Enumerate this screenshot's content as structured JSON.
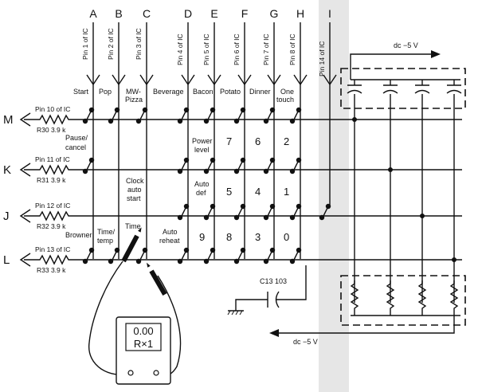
{
  "columns": [
    {
      "letter": "A",
      "pin": "Pin 1 of IC"
    },
    {
      "letter": "B",
      "pin": "Pin 2 of IC"
    },
    {
      "letter": "C",
      "pin": "Pin 3 of IC"
    },
    {
      "letter": "D",
      "pin": "Pin 4 of IC"
    },
    {
      "letter": "E",
      "pin": "Pin 5 of IC"
    },
    {
      "letter": "F",
      "pin": "Pin 6 of IC"
    },
    {
      "letter": "G",
      "pin": "Pin 7 of IC"
    },
    {
      "letter": "H",
      "pin": "Pin 8 of IC"
    },
    {
      "letter": "I",
      "pin": "Pin 14 of IC"
    }
  ],
  "rows": [
    {
      "letter": "M",
      "pin": "Pin 10 of  IC",
      "resistor": "R30 3.9 k"
    },
    {
      "letter": "K",
      "pin": "Pin 11 of  IC",
      "resistor": "R31 3.9 k"
    },
    {
      "letter": "J",
      "pin": "Pin 12 of  IC",
      "resistor": "R32 3.9 k"
    },
    {
      "letter": "L",
      "pin": "Pin 13 of  IC",
      "resistor": "R33 3.9 k"
    }
  ],
  "keys": {
    "start": "Start",
    "pop": "Pop",
    "mw1": "MW-",
    "mw2": "Pizza",
    "beverage": "Beverage",
    "bacon": "Bacon",
    "potato": "Potato",
    "dinner": "Dinner",
    "one1": "One",
    "one2": "touch",
    "pause1": "Pause/",
    "pause2": "cancel",
    "power1": "Power",
    "power2": "level",
    "k7": "7",
    "k6": "6",
    "k2": "2",
    "clock1": "Clock",
    "clock2": "auto",
    "clock3": "start",
    "autodef1": "Auto",
    "autodef2": "def",
    "k5": "5",
    "k4": "4",
    "k1": "1",
    "browner": "Browner",
    "timetemp1": "Time/",
    "timetemp2": "temp",
    "time": "Time",
    "reheat1": "Auto",
    "reheat2": "reheat",
    "k9": "9",
    "k8": "8",
    "k3": "3",
    "k0": "0"
  },
  "supply_top": "dc −5 V",
  "supply_bottom": "dc −5 V",
  "capacitor_label": "C13 103",
  "meter": {
    "reading": "0.00",
    "range": "R×1"
  }
}
